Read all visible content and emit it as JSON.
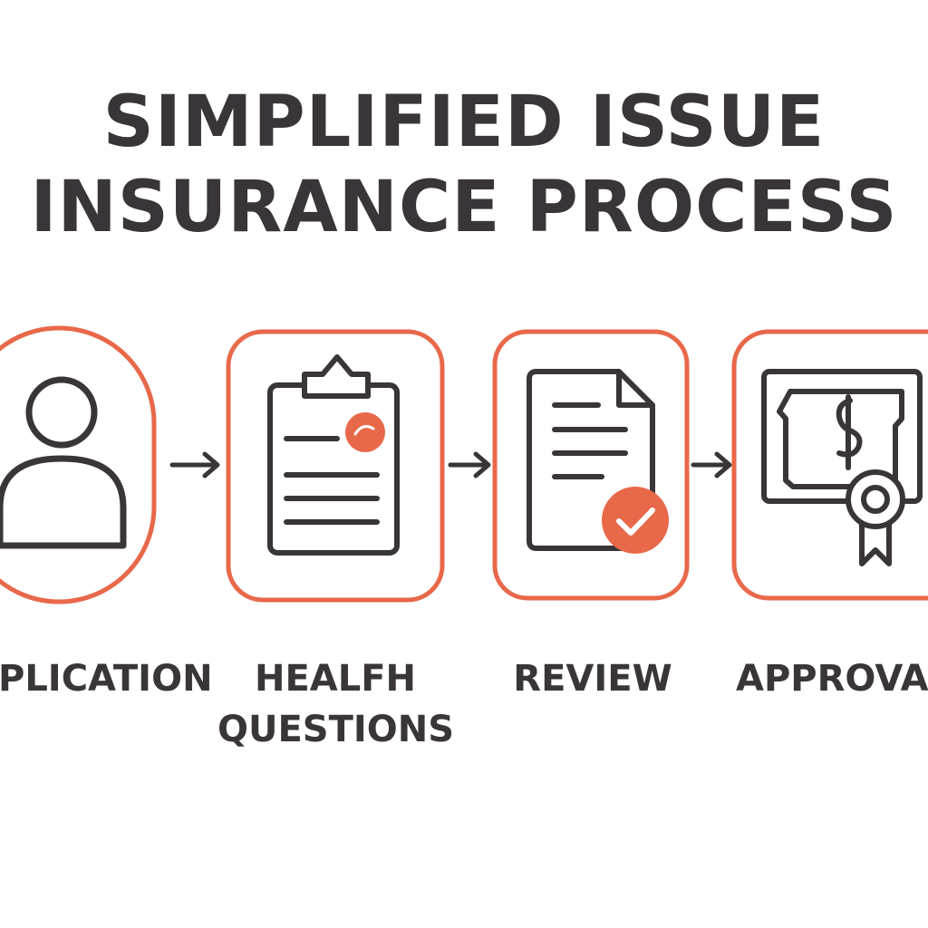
{
  "title": {
    "line1": "SIMPLIFIED ISSUE",
    "line2": "INSURANCE PROCESS"
  },
  "colors": {
    "accent": "#e8684a",
    "ink": "#3a3538",
    "background": "#ffffff"
  },
  "steps": [
    {
      "label": "PLICATION",
      "icon": "person-icon"
    },
    {
      "label_line1": "HEALFH",
      "label_line2": "QUESTIONS",
      "icon": "clipboard-icon"
    },
    {
      "label": "REVIEW",
      "icon": "document-check-icon"
    },
    {
      "label": "APPROVAL",
      "icon": "certificate-icon"
    }
  ],
  "connectors": [
    "arrow-right-icon",
    "arrow-right-icon",
    "arrow-right-icon"
  ]
}
